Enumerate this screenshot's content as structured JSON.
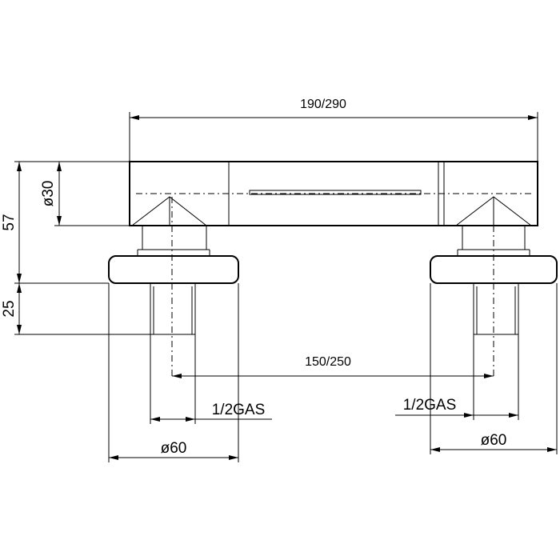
{
  "dimensions": {
    "overall_length": "190/290",
    "center_distance": "150/250",
    "body_diameter": "ø30",
    "body_height": "57",
    "thread_length": "25",
    "thread_left": "1/2GAS",
    "thread_right": "1/2GAS",
    "flange_left": "ø60",
    "flange_right": "ø60"
  }
}
